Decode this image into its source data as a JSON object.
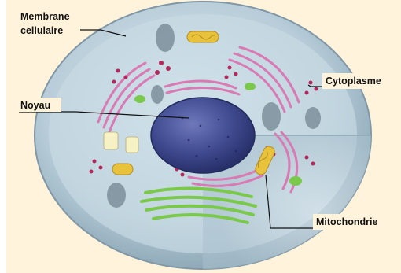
{
  "labels": {
    "membrane_line1": "Membrane",
    "membrane_line2": "cellulaire",
    "cytoplasme": "Cytoplasme",
    "noyau": "Noyau",
    "mitochondrie": "Mitochondrie"
  },
  "colors": {
    "background": "#fff3dc",
    "cell_surface": "#b8cdd9",
    "cell_inner": "#c9dbe5",
    "nucleus": "#3f4a8f",
    "endoplasmic_reticulum": "#d97ab4",
    "golgi": "#7ac94a",
    "mitochondria": "#e7c23a",
    "ribosomes": "#b3275a",
    "leader_line": "#111111"
  }
}
